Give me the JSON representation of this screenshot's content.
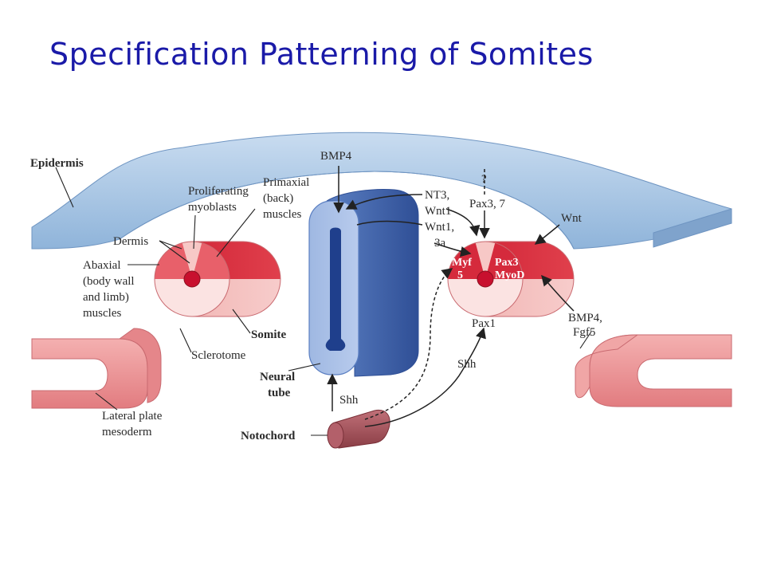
{
  "slide": {
    "title": "Specification Patterning of Somites"
  },
  "labels": {
    "epidermis": "Epidermis",
    "bmp4_top": "BMP4",
    "proliferating": "Proliferating",
    "myoblasts": "myoblasts",
    "primaxial_1": "Primaxial",
    "primaxial_2": "(back)",
    "primaxial_3": "muscles",
    "dermis": "Dermis",
    "abaxial_1": "Abaxial",
    "abaxial_2": "(body wall",
    "abaxial_3": "and limb)",
    "abaxial_4": "muscles",
    "somite": "Somite",
    "sclerotome": "Sclerotome",
    "neural_1": "Neural",
    "neural_2": "tube",
    "shh_left": "Shh",
    "notochord": "Notochord",
    "lateral_1": "Lateral plate",
    "lateral_2": "mesoderm",
    "nt3_1": "NT3,",
    "nt3_2": "Wnt1",
    "wnt1_1": "Wnt1,",
    "wnt1_2": "3a",
    "question": "?",
    "pax37": "Pax3, 7",
    "wnt_right": "Wnt",
    "myf_1": "Myf",
    "myf_2": "5",
    "pax3": "Pax3",
    "myod": "MyoD",
    "pax1": "Pax1",
    "bmp4_right_1": "BMP4,",
    "bmp4_right_2": "Fgf5",
    "shh_right": "Shh"
  },
  "colors": {
    "title": "#1a1aa8",
    "epidermis": "#a9c7e6",
    "neural_tube": "#8aa8d8",
    "dermomyotome": "#d92a3a",
    "sclerotome": "#f6d2d2",
    "notochord": "#a8535a",
    "lateral_plate": "#e8888c"
  }
}
